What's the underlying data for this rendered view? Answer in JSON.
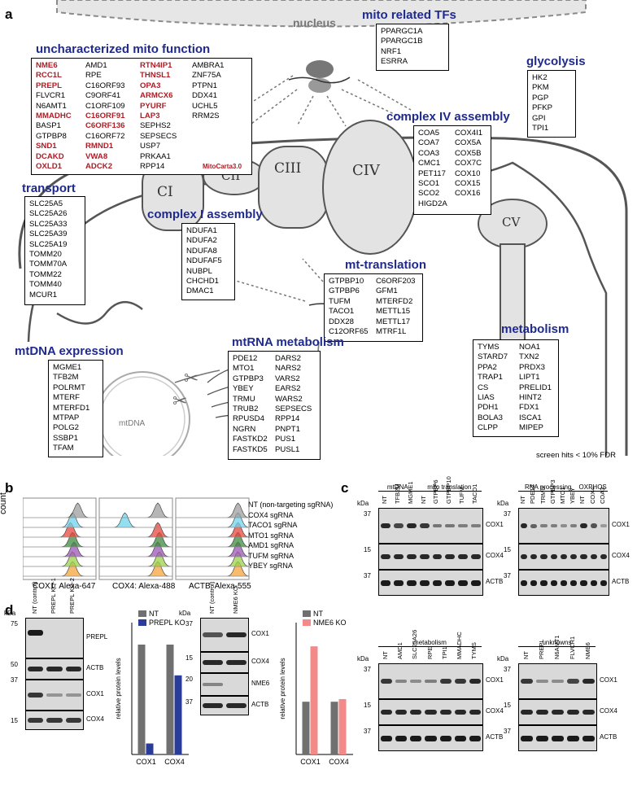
{
  "panel_a": {
    "label": "a",
    "nucleus": "nucleus",
    "mtDNA": "mtDNA",
    "complexes": [
      "CI",
      "CII",
      "CIII",
      "CIV",
      "CV"
    ],
    "footnote": "screen hits < 10% FDR",
    "mito_tfs": {
      "title": "mito related TFs",
      "items": [
        "PPARGC1A",
        "PPARGC1B",
        "NRF1",
        "ESRRA"
      ]
    },
    "glycolysis": {
      "title": "glycolysis",
      "items": [
        "HK2",
        "PKM",
        "PGP",
        "PFKP",
        "GPI",
        "TPI1"
      ]
    },
    "uncharacterized": {
      "title": "uncharacterized mito function",
      "col1": [
        "NME6",
        "RCC1L",
        "PREPL",
        "FLVCR1",
        "N6AMT1",
        "MMADHC",
        "BASP1",
        "GTPBP8",
        "SND1",
        "DCAKD",
        "OXLD1"
      ],
      "col2": [
        "AMD1",
        "RPE",
        "C16ORF93",
        "C9ORF41",
        "C1ORF109",
        "C16ORF91",
        "C6ORF136",
        "C16ORF72",
        "RMND1",
        "VWA8",
        "ADCK2"
      ],
      "col3": [
        "RTN4IP1",
        "THNSL1",
        "OPA3",
        "ARMCX6",
        "PYURF",
        "LAP3",
        "SEPHS2",
        "SEPSECS",
        "USP7",
        "PRKAA1",
        "RPP14"
      ],
      "col4": [
        "AMBRA1",
        "ZNF75A",
        "PTPN1",
        "DDX41",
        "UCHL5",
        "RRM2S"
      ],
      "tag": "MitoCarta3.0",
      "red_col1": [
        "NME6",
        "RCC1L",
        "PREPL",
        "MMADHC",
        "SND1",
        "DCAKD",
        "OXLD1"
      ],
      "red_col2": [
        "C16ORF91",
        "C6ORF136",
        "RMND1",
        "VWA8",
        "ADCK2"
      ],
      "red_col3": [
        "RTN4IP1",
        "THNSL1",
        "OPA3",
        "ARMCX6",
        "PYURF",
        "LAP3"
      ]
    },
    "complex_iv": {
      "title": "complex IV assembly",
      "col1": [
        "COA5",
        "COA7",
        "COA3",
        "CMC1",
        "PET117",
        "SCO1",
        "SCO2",
        "HIGD2A"
      ],
      "col2": [
        "COX4I1",
        "COX5A",
        "COX5B",
        "COX7C",
        "COX10",
        "COX15",
        "COX16"
      ]
    },
    "transport": {
      "title": "transport",
      "items": [
        "SLC25A5",
        "SLC25A26",
        "SLC25A33",
        "SLC25A39",
        "SLC25A19",
        "TOMM20",
        "TOMM70A",
        "TOMM22",
        "TOMM40",
        "MCUR1"
      ]
    },
    "complex_i": {
      "title": "complex I assembly",
      "items": [
        "NDUFA1",
        "NDUFA2",
        "NDUFA8",
        "NDUFAF5",
        "NUBPL",
        "CHCHD1",
        "DMAC1"
      ]
    },
    "mt_translation": {
      "title": "mt-translation",
      "col1": [
        "GTPBP10",
        "GTPBP6",
        "TUFM",
        "TACO1",
        "DDX28",
        "C12ORF65"
      ],
      "col2": [
        "C6ORF203",
        "GFM1",
        "MTERFD2",
        "METTL15",
        "METTL17",
        "MTRF1L"
      ]
    },
    "mtdna_expression": {
      "title": "mtDNA expression",
      "items": [
        "MGME1",
        "TFB2M",
        "POLRMT",
        "MTERF",
        "MTERFD1",
        "MTPAP",
        "POLG2",
        "SSBP1",
        "TFAM"
      ]
    },
    "mtrna": {
      "title": "mtRNA metabolism",
      "col1": [
        "PDE12",
        "MTO1",
        "GTPBP3",
        "YBEY",
        "TRMU",
        "TRUB2",
        "RPUSD4",
        "NGRN",
        "FASTKD2",
        "FASTKD5"
      ],
      "col2": [
        "DARS2",
        "NARS2",
        "VARS2",
        "EARS2",
        "WARS2",
        "SEPSECS",
        "RPP14",
        "PNPT1",
        "PUS1",
        "PUSL1"
      ]
    },
    "metabolism": {
      "title": "metabolism",
      "col1": [
        "TYMS",
        "STARD7",
        "PPA2",
        "TRAP1",
        "CS",
        "LIAS",
        "PDH1",
        "BOLA3",
        "CLPP"
      ],
      "col2": [
        "NOA1",
        "TXN2",
        "PRDX3",
        "LIPT1",
        "PRELID1",
        "HINT2",
        "FDX1",
        "ISCA1",
        "MIPEP"
      ]
    }
  },
  "panel_b": {
    "label": "b",
    "ylabel": "count",
    "xlabels": [
      "COX1: Alexa-647",
      "COX4: Alexa-488",
      "ACTB: Alexa-555"
    ],
    "legend": [
      "NT (non-targeting sgRNA)",
      "COX4 sgRNA",
      "TACO1 sgRNA",
      "MTO1 sgRNA",
      "AMD1 sgRNA",
      "TUFM sgRNA",
      "YBEY sgRNA"
    ],
    "colors": [
      "#9e9e9e",
      "#6fd3ec",
      "#e8463e",
      "#3f8a3f",
      "#9b56b5",
      "#9bd14a",
      "#f5a43b"
    ]
  },
  "panel_c": {
    "label": "c",
    "kda": "kDa",
    "blots": [
      {
        "groups": [
          "mtDNA",
          "mito translation"
        ],
        "lanes": [
          "NT",
          "TFB2M",
          "MGME1",
          "NT",
          "GTPBP6",
          "GTPBP10",
          "TUFM",
          "TACO1"
        ]
      },
      {
        "groups": [
          "RNA processing",
          "OXPHOS"
        ],
        "lanes": [
          "NT",
          "PDE12",
          "TRMU",
          "GTPBP3",
          "MTO1",
          "YBEY",
          "NT",
          "COX4",
          "COA3"
        ]
      },
      {
        "groups": [
          "metabolism"
        ],
        "lanes": [
          "NT",
          "AMD1",
          "SLC25A26",
          "RPE",
          "TPI1",
          "MMADHC",
          "TYMS"
        ]
      },
      {
        "groups": [
          "unknowns"
        ],
        "lanes": [
          "NT",
          "PREPL",
          "N6AMT1",
          "FLVCR1",
          "NME6"
        ]
      }
    ],
    "proteins": [
      "COX1",
      "COX4",
      "ACTB"
    ],
    "markers": [
      "37",
      "15",
      "37"
    ]
  },
  "panel_d": {
    "label": "d",
    "blot1": {
      "lanes": [
        "NT (control)",
        "PREPL KO-1",
        "PREPL KO-2"
      ],
      "proteins": [
        "PREPL",
        "ACTB",
        "COX1",
        "COX4"
      ],
      "markers": [
        "75",
        "50",
        "37",
        "15"
      ],
      "kda": "kDa"
    },
    "blot2": {
      "lanes": [
        "NT (control)",
        "NME6 KO"
      ],
      "proteins": [
        "COX1",
        "COX4",
        "NME6",
        "ACTB"
      ],
      "markers": [
        "37",
        "15",
        "20",
        "37"
      ],
      "kda": "kDa"
    }
  },
  "chart_data": [
    {
      "type": "bar",
      "ylabel": "relative protein levels",
      "ylim": [
        0,
        1.2
      ],
      "categories": [
        "COX1",
        "COX4"
      ],
      "series": [
        {
          "name": "NT",
          "color": "#707070",
          "values": [
            1.0,
            1.0
          ]
        },
        {
          "name": "PREPL KO",
          "color": "#2a3c9a",
          "values": [
            0.1,
            0.72
          ]
        }
      ]
    },
    {
      "type": "bar",
      "ylabel": "relative protein levels",
      "ylim": [
        0,
        2.5
      ],
      "categories": [
        "COX1",
        "COX4"
      ],
      "series": [
        {
          "name": "NT",
          "color": "#707070",
          "values": [
            1.0,
            1.0
          ]
        },
        {
          "name": "NME6 KO",
          "color": "#f28a8a",
          "values": [
            2.05,
            1.05
          ]
        }
      ]
    }
  ]
}
